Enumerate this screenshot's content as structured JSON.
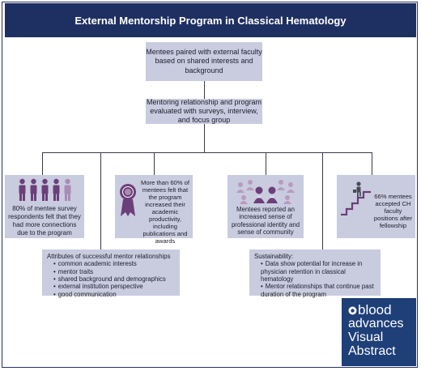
{
  "title": "External Mentorship Program in Classical Hematology",
  "step1": "Mentees paired with external faculty based on shared interests and background",
  "step2": "Mentoring relationship and program evaluated with surveys, interview, and focus group",
  "outcomes": [
    {
      "text": "80% of mentee survey respondents felt that they had more connections due to the program",
      "icon": "people-icon"
    },
    {
      "text": "More than 60% of mentees felt that the program increased their academic productivity, including publications and awards",
      "icon": "award-ribbon-icon"
    },
    {
      "text": "Mentees reported an increased sense of professional identity and sense of community",
      "icon": "community-icon"
    },
    {
      "text": "66% mentees accepted CH faculty positions after fellowship",
      "icon": "stairs-climber-icon"
    }
  ],
  "attributes": {
    "heading": "Attributes of successful mentor relationships",
    "items": [
      "common academic interests",
      "mentor traits",
      "shared background and demographics",
      "external institution perspective",
      "good communication"
    ]
  },
  "sustainability": {
    "heading": "Sustainability:",
    "items": [
      "Data show potential for increase in physician retention in classical hematology",
      "Mentor relationships that continue past duration of the program"
    ]
  },
  "logo": {
    "line1": "blood",
    "line2": "advances",
    "line3": "Visual",
    "line4": "Abstract"
  },
  "colors": {
    "title_bg": "#1e2f61",
    "box_bg": "#c9cbdf",
    "accent_purple": "#6b3f7a",
    "light_purple": "#a98bb4"
  }
}
